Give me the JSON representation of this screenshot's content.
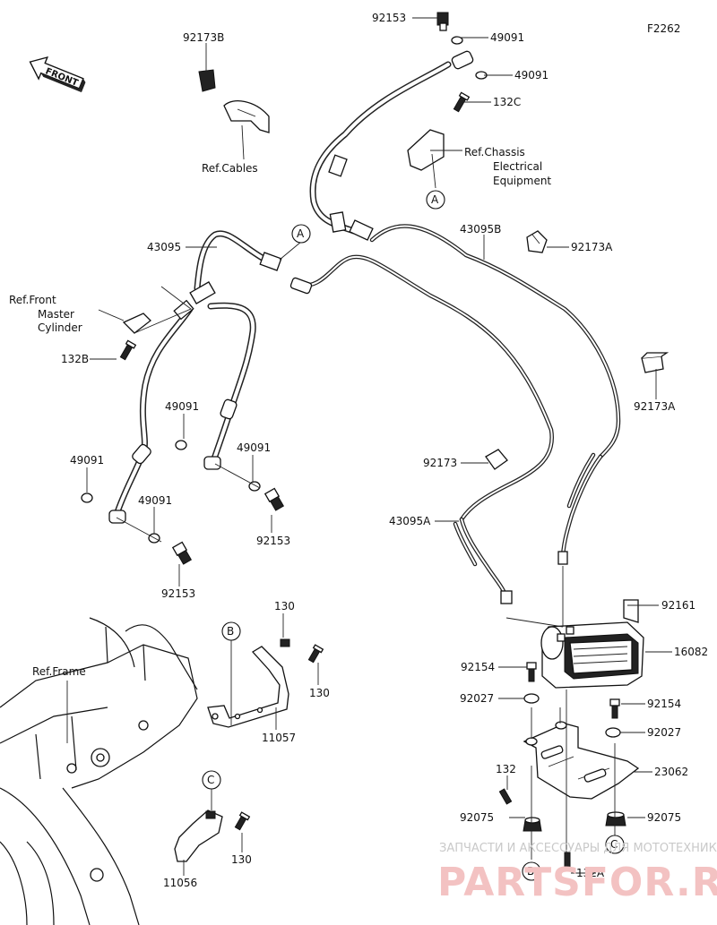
{
  "diagram_code": "F2262",
  "front_label": "FRONT",
  "refs": {
    "cables": "Ref.Cables",
    "front_master_line1": "Ref.Front",
    "front_master_line2": "Master",
    "front_master_line3": "Cylinder",
    "chassis_line1": "Ref.Chassis",
    "chassis_line2": "Electrical",
    "chassis_line3": "Equipment",
    "frame": "Ref.Frame"
  },
  "markers": {
    "a": "A",
    "b": "B",
    "c": "C"
  },
  "parts": {
    "p92153_top": "92153",
    "p49091_top1": "49091",
    "p49091_top2": "49091",
    "p132c": "132C",
    "p92173b": "92173B",
    "p43095": "43095",
    "p43095b": "43095B",
    "p92173a_1": "92173A",
    "p92173a_2": "92173A",
    "p132b": "132B",
    "p49091_l1": "49091",
    "p49091_l2": "49091",
    "p49091_l3": "49091",
    "p92153_l1": "92153",
    "p92153_l2": "92153",
    "p92173": "92173",
    "p43095a": "43095A",
    "p92161": "92161",
    "p16082": "16082",
    "p92154_1": "92154",
    "p92154_2": "92154",
    "p92027_1": "92027",
    "p92027_2": "92027",
    "p132": "132",
    "p23062": "23062",
    "p92075_1": "92075",
    "p92075_2": "92075",
    "p132a": "132A",
    "p130_1": "130",
    "p130_2": "130",
    "p130_3": "130",
    "p11057": "11057",
    "p11056": "11056"
  },
  "watermark": {
    "line1": "ЗАПЧАСТИ И АКСЕССУАРЫ ДЛЯ МОТОТЕХНИКИ",
    "line2": "PARTSFOR.RU"
  }
}
